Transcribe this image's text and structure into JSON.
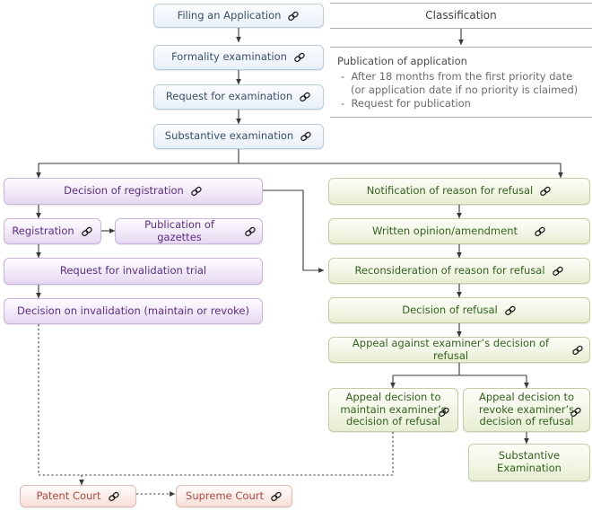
{
  "diagram": {
    "title": "Patent application and examination flow",
    "link_icon": "link-icon",
    "colors": {
      "blue_fill": "#eef4fa",
      "blue_text": "#3a5068",
      "purple_fill": "#eadcf3",
      "purple_text": "#5b2d82",
      "green_fill": "#eef3de",
      "green_text": "#33611f",
      "red_fill": "#f9e6e1",
      "red_text": "#b04a3e",
      "connector": "#3a3a3a"
    }
  },
  "nodes": {
    "filing_application": "Filing an Application",
    "formality_examination": "Formality examination",
    "request_for_examination": "Request for examination",
    "substantive_examination": "Substantive examination",
    "decision_of_registration": "Decision of registration",
    "registration": "Registration",
    "publication_of_gazettes": "Publication of gazettes",
    "request_invalidation_trial": "Request for invalidation trial",
    "decision_on_invalidation": "Decision on invalidation (maintain or revoke)",
    "notification_reason_refusal": "Notification of reason for refusal",
    "written_opinion_amendment": "Written opinion/amendment",
    "reconsideration_reason_refusal": "Reconsideration of reason for refusal",
    "decision_of_refusal": "Decision of refusal",
    "appeal_against_decision": "Appeal against examiner’s decision of refusal",
    "appeal_decision_maintain": "Appeal decision to\nmaintain examiner’s\ndecision of refusal",
    "appeal_decision_revoke": "Appeal decision to\nrevoke examiner’s\ndecision of refusal",
    "substantive_examination_2": "Substantive\nExamination",
    "patent_court": "Patent Court",
    "supreme_court": "Supreme Court"
  },
  "panel": {
    "classification": "Classification",
    "publication_heading": "Publication of application",
    "publication_bullets": "-  After 18 months from the first priority date\n   (or application date if no priority is claimed)\n-  Request for publication"
  }
}
